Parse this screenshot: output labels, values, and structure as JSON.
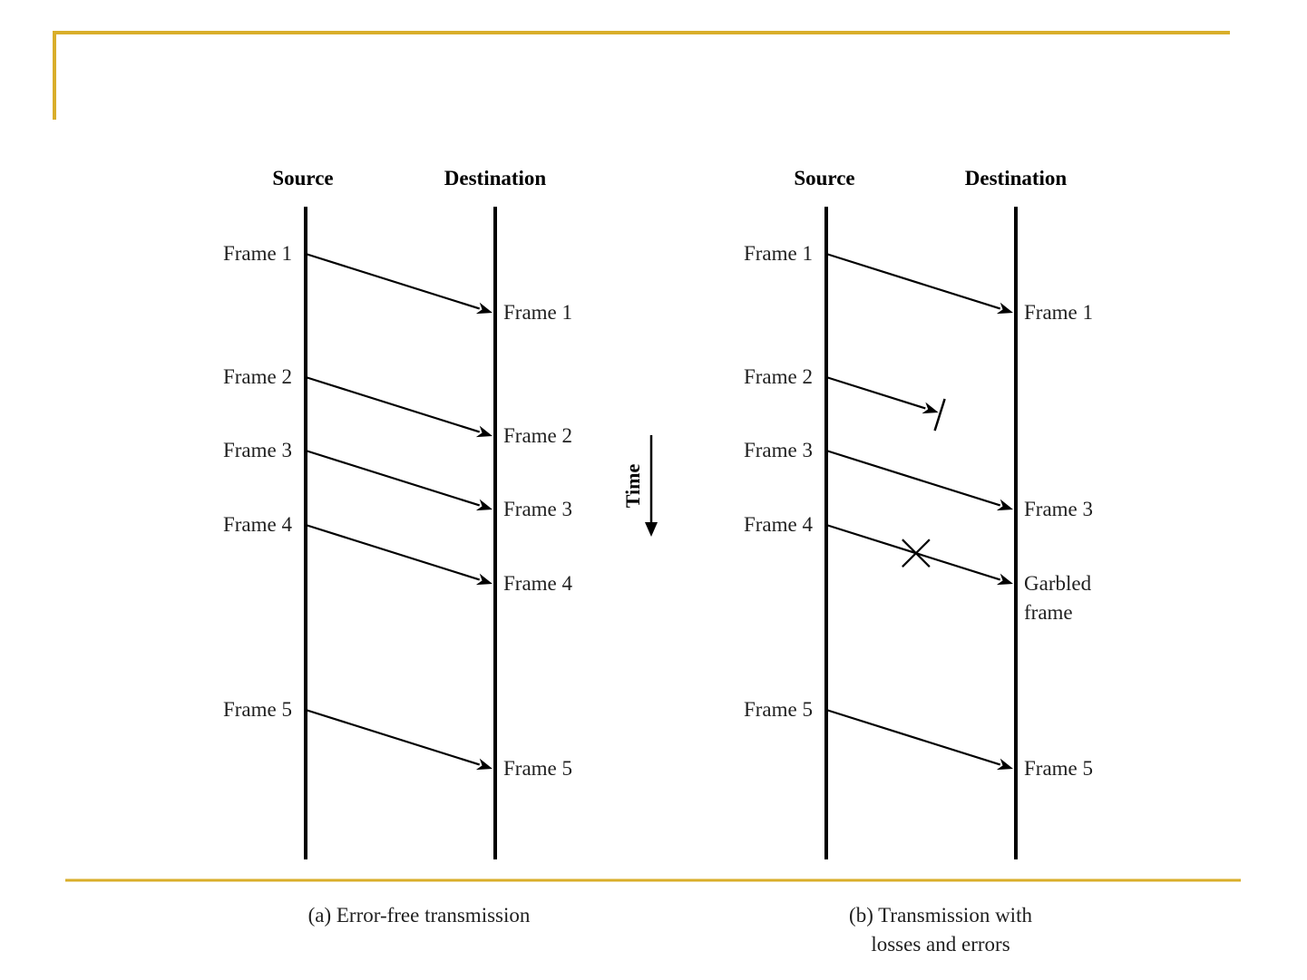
{
  "colors": {
    "accent": "#D9AE2A",
    "ink": "#000000",
    "text": "#1f1f1f"
  },
  "time_label": "Time",
  "panels": [
    {
      "id": "a",
      "source_label": "Source",
      "destination_label": "Destination",
      "caption": [
        "(a) Error-free transmission"
      ],
      "sent": [
        "Frame 1",
        "Frame 2",
        "Frame 3",
        "Frame 4",
        "Frame 5"
      ],
      "received": [
        [
          "Frame 1"
        ],
        [
          "Frame 2"
        ],
        [
          "Frame 3"
        ],
        [
          "Frame 4"
        ],
        [
          "Frame 5"
        ]
      ],
      "outcomes": [
        "delivered",
        "delivered",
        "delivered",
        "delivered",
        "delivered"
      ]
    },
    {
      "id": "b",
      "source_label": "Source",
      "destination_label": "Destination",
      "caption": [
        "(b) Transmission with",
        "losses and errors"
      ],
      "sent": [
        "Frame 1",
        "Frame 2",
        "Frame 3",
        "Frame 4",
        "Frame 5"
      ],
      "received": [
        [
          "Frame 1"
        ],
        [],
        [
          "Frame 3"
        ],
        [
          "Garbled",
          "frame"
        ],
        [
          "Frame 5"
        ]
      ],
      "outcomes": [
        "delivered",
        "lost",
        "delivered",
        "garbled",
        "delivered"
      ]
    }
  ]
}
